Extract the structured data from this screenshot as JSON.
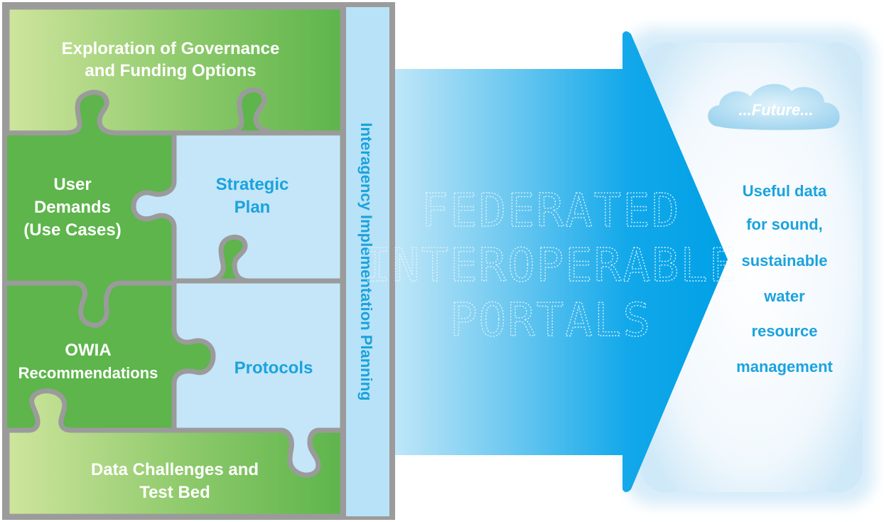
{
  "pieces": {
    "governance": [
      "Exploration of Governance",
      "and Funding Options"
    ],
    "user_demands": [
      "User",
      "Demands",
      "(Use Cases)"
    ],
    "strategic_plan": [
      "Strategic",
      "Plan"
    ],
    "owia": [
      "OWIA",
      "Recommendations"
    ],
    "protocols": [
      "Protocols"
    ],
    "data_challenges": [
      "Data Challenges and",
      "Test Bed"
    ]
  },
  "vertical_bar": {
    "label": "Interagency Implementation Planning"
  },
  "arrow": {
    "lines": [
      "FEDERATED",
      "INTEROPERABLE",
      "PORTALS"
    ]
  },
  "future": {
    "cloud_label": "...Future...",
    "lines": [
      "Useful data",
      "for sound,",
      "sustainable",
      "water",
      "resource",
      "management"
    ]
  },
  "colors": {
    "green_light": "#c6e09a",
    "green_dark": "#5cb54a",
    "light_blue": "#c4e6f8",
    "accent_blue": "#1aa3de",
    "arrow_blue": "#0aa6ea",
    "frame_gray": "#9b9b9b"
  }
}
